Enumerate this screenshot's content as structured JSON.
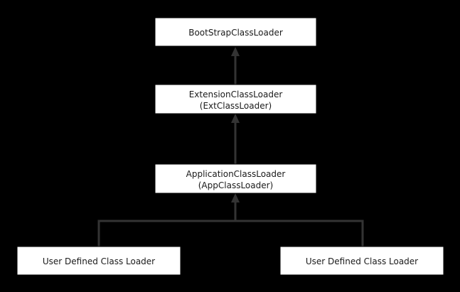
{
  "colors": {
    "background": "#000000",
    "node_fill": "#ffffff",
    "node_text": "#1a1a1a",
    "edge": "#333333"
  },
  "nodes": {
    "bootstrap": {
      "lines": [
        "BootStrapClassLoader"
      ]
    },
    "extension": {
      "lines": [
        "ExtensionClassLoader",
        "(ExtClassLoader)"
      ]
    },
    "application": {
      "lines": [
        "ApplicationClassLoader",
        "(AppClassLoader)"
      ]
    },
    "user_left": {
      "lines": [
        "User Defined Class Loader"
      ]
    },
    "user_right": {
      "lines": [
        "User Defined Class Loader"
      ]
    }
  }
}
